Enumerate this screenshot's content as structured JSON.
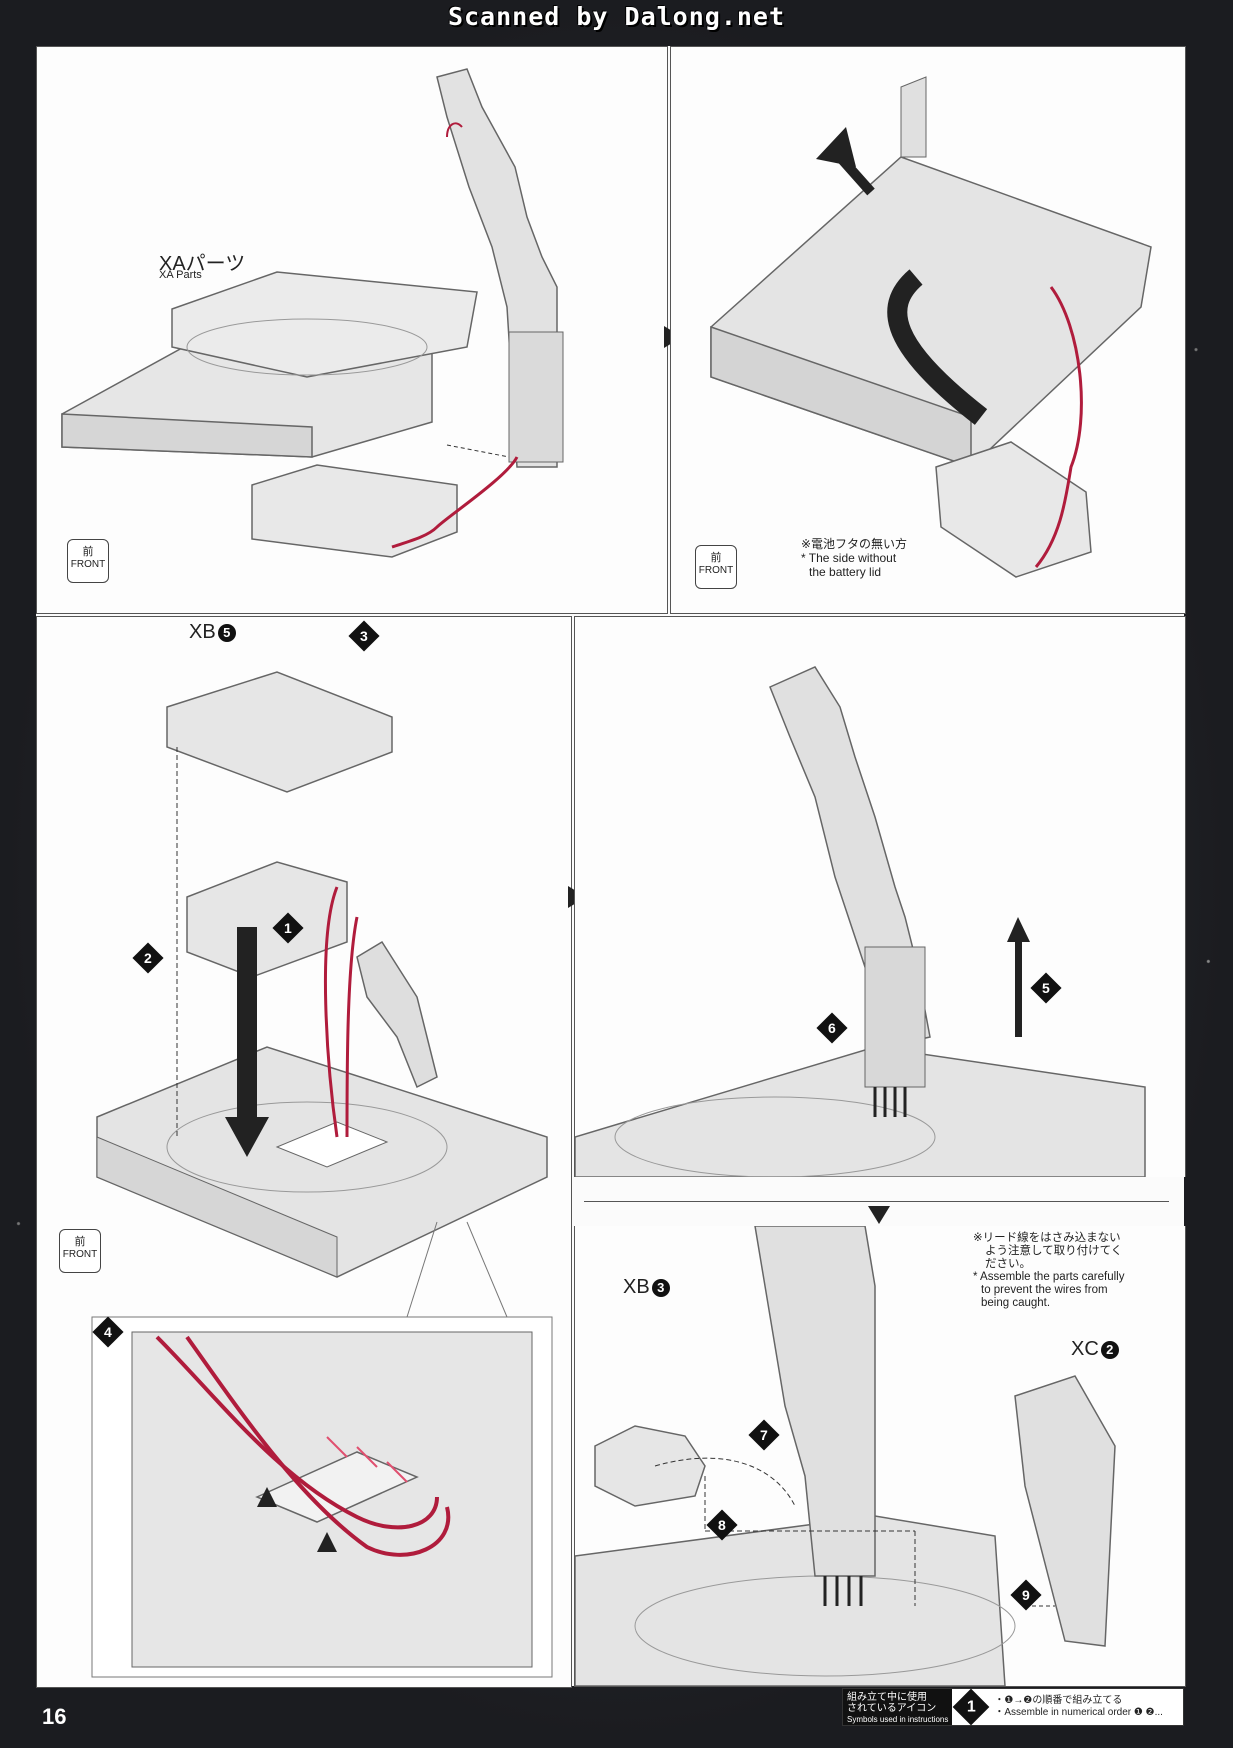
{
  "header": "Scanned by Dalong.net",
  "page_number": "16",
  "panel1": {
    "parts_jp": "XAパーツ",
    "parts_en": "XA Parts",
    "front_jp": "前",
    "front_en": "FRONT"
  },
  "panel2": {
    "note_jp": "※電池フタの無い方",
    "note_en1": "* The side without",
    "note_en2": "the battery lid",
    "front_jp": "前",
    "front_en": "FRONT"
  },
  "panel3": {
    "part": "XB",
    "part_num": "5",
    "steps": [
      "1",
      "2",
      "3",
      "4"
    ],
    "front_jp": "前",
    "front_en": "FRONT"
  },
  "panel4": {
    "steps": [
      "5",
      "6"
    ]
  },
  "panel5": {
    "part_a": "XB",
    "part_a_num": "3",
    "part_b": "XC",
    "part_b_num": "2",
    "steps": [
      "7",
      "8",
      "9"
    ],
    "note_jp1": "※リード線をはさみ込まない",
    "note_jp2": "よう注意して取り付けてく",
    "note_jp3": "ださい。",
    "note_en1": "* Assemble the parts carefully",
    "note_en2": "to prevent the wires from",
    "note_en3": "being caught."
  },
  "legend": {
    "label_jp1": "組み立て中に使用",
    "label_jp2": "されているアイコン",
    "label_en": "Symbols used in instructions",
    "icon": "1",
    "text_jp": "・❶→❷の順番で組み立てる",
    "text_en": "・Assemble in numerical order ❶ ❷..."
  },
  "colors": {
    "wire": "#b01c3c",
    "part_fill": "#e4e4e4",
    "part_stroke": "#6a6a6a"
  }
}
